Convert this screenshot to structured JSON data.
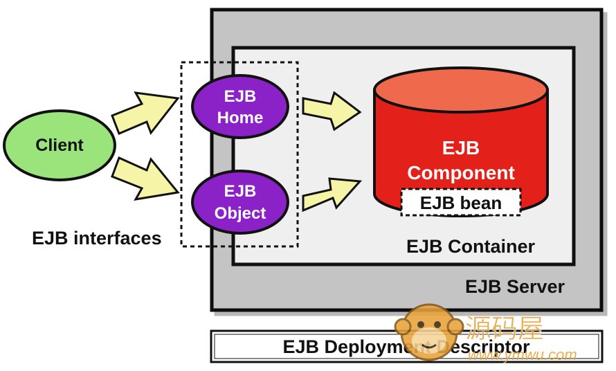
{
  "labels": {
    "client": "Client",
    "ejb_home_line1": "EJB",
    "ejb_home_line2": "Home",
    "ejb_object_line1": "EJB",
    "ejb_object_line2": "Object",
    "ejb_interfaces": "EJB interfaces",
    "component_line1": "EJB",
    "component_line2": "Component",
    "ejb_bean": "EJB bean",
    "ejb_container": "EJB Container",
    "ejb_server": "EJB Server",
    "deployment_descriptor": "EJB Deployment Descriptor"
  },
  "watermark": {
    "title": "源码屋",
    "url": "www.ymwu.com",
    "icon": "monkey-face-icon"
  },
  "colors": {
    "client_fill": "#9be37b",
    "interface_fill": "#8a22c8",
    "component_fill": "#e4201a",
    "component_top": "#ef6a4c",
    "arrow_fill": "#f6f4a6",
    "server_fill": "#c4c4c4",
    "container_fill": "#efefef",
    "watermark": "#e8a33a"
  }
}
